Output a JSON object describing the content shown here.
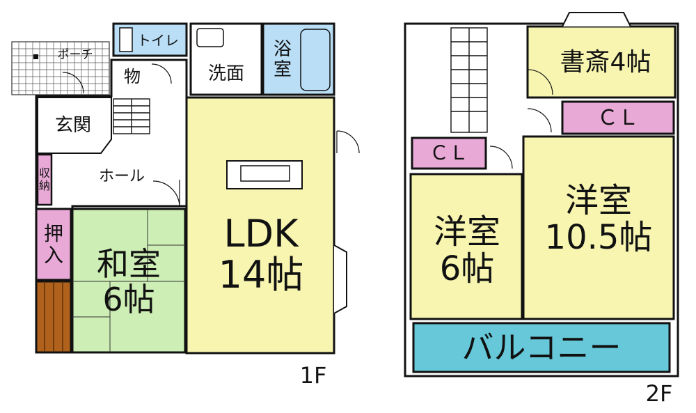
{
  "floor1": {
    "label": "1F",
    "rooms": {
      "porch": "ポーチ",
      "toilet": "トイレ",
      "storage": "物",
      "washroom": "洗面",
      "bath": "浴\n室",
      "entrance": "玄関",
      "hall": "ホール",
      "storage2": "収\n納",
      "oshiire": "押\n入",
      "washitsu": "和室\n6帖",
      "ldk": "LDK\n14帖"
    }
  },
  "floor2": {
    "label": "2F",
    "rooms": {
      "study": "書斎4帖",
      "cl_right": "ＣＬ",
      "cl_left": "ＣＬ",
      "western_small": "洋室\n6帖",
      "western_large": "洋室\n10.5帖",
      "balcony": "バルコニー"
    }
  },
  "colors": {
    "yellow": "#f7f5b0",
    "green": "#cdeeb4",
    "pink": "#e8a9d6",
    "blue": "#b9def5",
    "teal": "#66c8d8",
    "wood": "#b0621c",
    "wall": "#111111"
  }
}
